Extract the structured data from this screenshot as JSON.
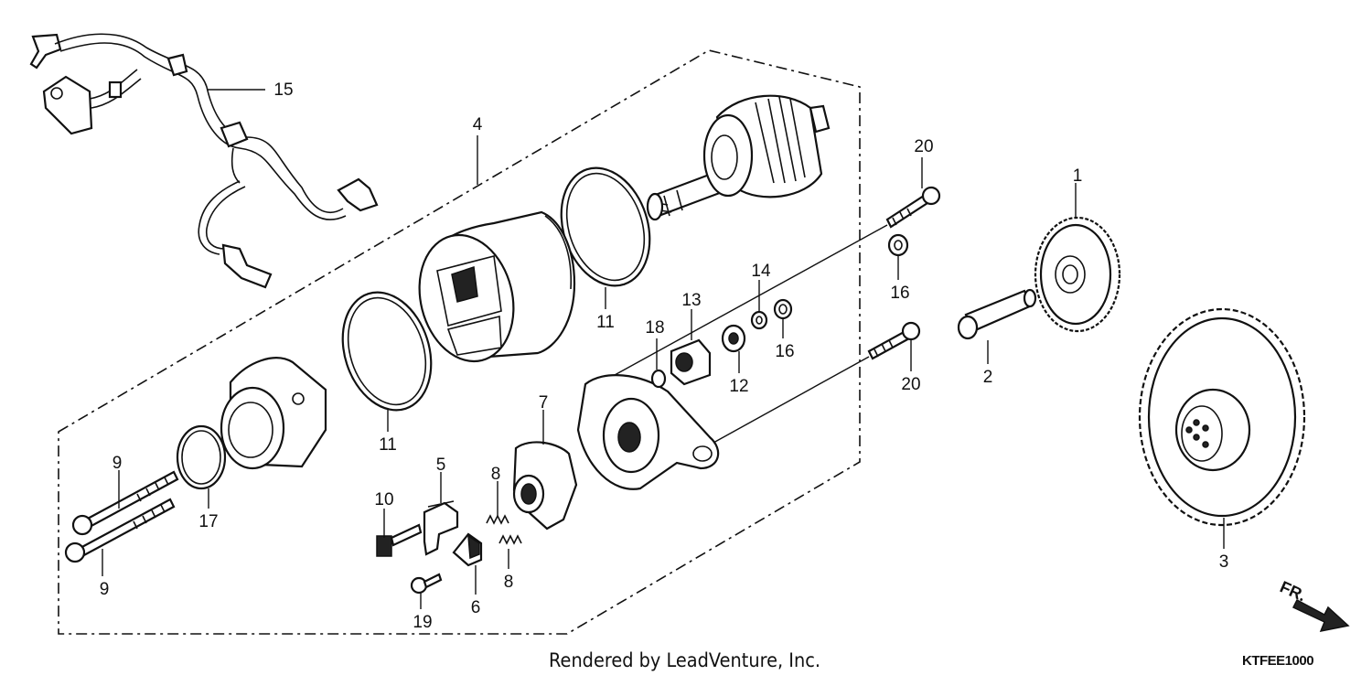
{
  "diagram": {
    "callouts": {
      "c1": "1",
      "c2": "2",
      "c3": "3",
      "c4": "4",
      "c5": "5",
      "c6": "6",
      "c7": "7",
      "c8a": "8",
      "c8b": "8",
      "c9a": "9",
      "c9b": "9",
      "c10": "10",
      "c11a": "11",
      "c11b": "11",
      "c12": "12",
      "c13": "13",
      "c14": "14",
      "c15": "15",
      "c16a": "16",
      "c16b": "16",
      "c17": "17",
      "c18": "18",
      "c19": "19",
      "c20a": "20",
      "c20b": "20"
    },
    "front_arrow": "FR.",
    "credit": "Rendered by LeadVenture, Inc.",
    "diagram_code": "KTFEE1000"
  }
}
